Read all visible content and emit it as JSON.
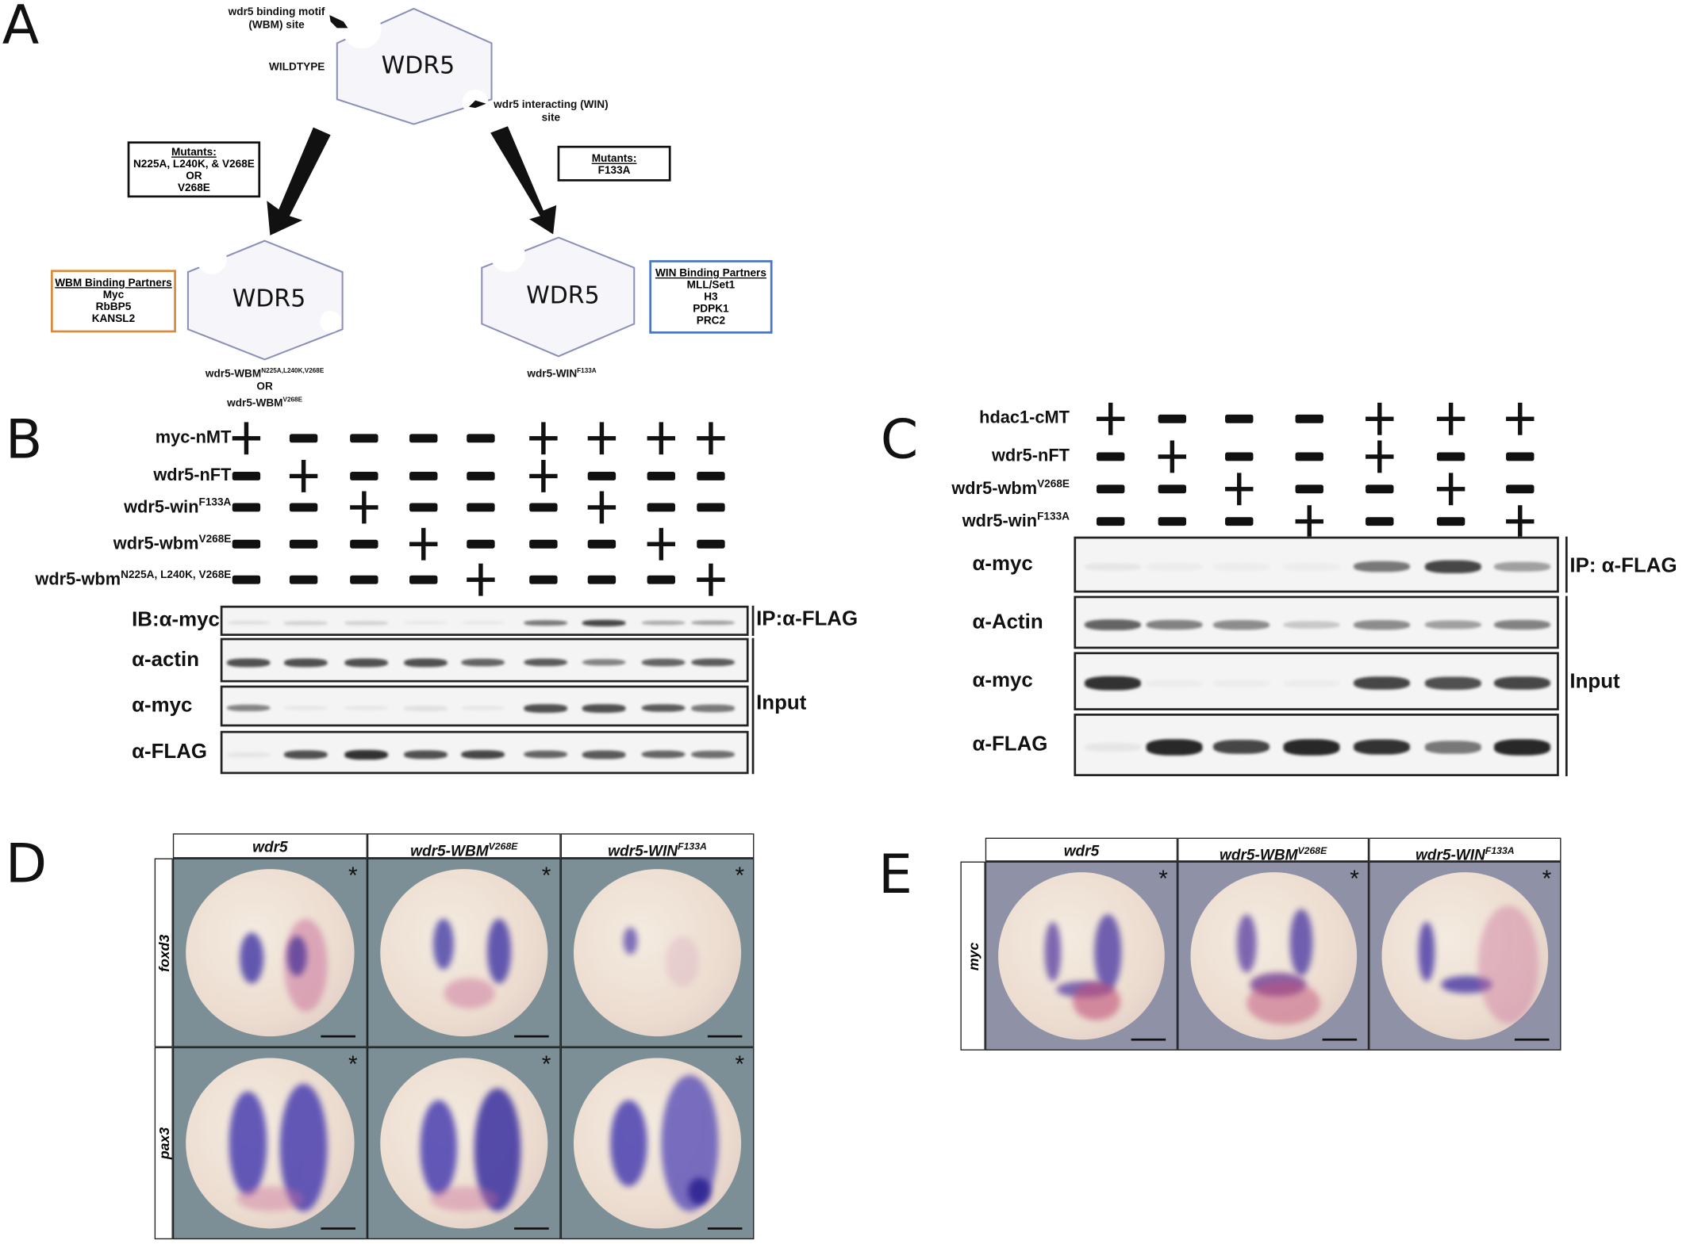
{
  "panel_letters": {
    "a": "A",
    "b": "B",
    "c": "C",
    "d": "D",
    "e": "E"
  },
  "panelA": {
    "wildtype_label": "WILDTYPE",
    "hex_label": "WDR5",
    "wbm_site": [
      "wdr5 binding motif",
      "(WBM) site"
    ],
    "win_site": [
      "wdr5 interacting (WIN)",
      "site"
    ],
    "left_mutants": {
      "title": "Mutants:",
      "lines": [
        "N225A, L240K, & V268E",
        "OR",
        "V268E"
      ]
    },
    "right_mutants": {
      "title": "Mutants:",
      "lines": [
        "F133A"
      ]
    },
    "wbm_partners": {
      "title": "WBM Binding Partners",
      "lines": [
        "Myc",
        "RbBP5",
        "KANSL2"
      ]
    },
    "win_partners": {
      "title": "WIN Binding Partners",
      "lines": [
        "MLL/Set1",
        "H3",
        "PDPK1",
        "PRC2"
      ]
    },
    "left_caption": {
      "base": "wdr5-WBM",
      "sup": "N225A,L240K,V268E",
      "or": "OR",
      "base2": "wdr5-WBM",
      "sup2": "V268E"
    },
    "right_caption": {
      "base": "wdr5-WIN",
      "sup": "F133A"
    },
    "colors": {
      "wbm_box": "#d98a3a",
      "win_box": "#4a74c4",
      "hex_stroke": "#8a90b8"
    }
  },
  "panelB": {
    "rows": [
      {
        "label": "myc-nMT",
        "sup": "",
        "signs": "+----++++"
      },
      {
        "label": "wdr5-nFT",
        "sup": "",
        "signs": "-+---+---"
      },
      {
        "label": "wdr5-win",
        "sup": "F133A",
        "signs": "--+---+--"
      },
      {
        "label": "wdr5-wbm",
        "sup": "V268E",
        "signs": "---+---+-"
      },
      {
        "label": "wdr5-wbm",
        "sup": "N225A, L240K, V268E",
        "signs": "----+---+"
      }
    ],
    "blots": [
      {
        "label": "IB:α-myc",
        "bands": [
          0.1,
          0.15,
          0.15,
          0.05,
          0.05,
          0.6,
          0.85,
          0.35,
          0.4
        ]
      },
      {
        "label": "α-actin",
        "bands": [
          0.8,
          0.8,
          0.8,
          0.8,
          0.7,
          0.75,
          0.55,
          0.7,
          0.75
        ]
      },
      {
        "label": "α-myc",
        "bands": [
          0.55,
          0.05,
          0.05,
          0.08,
          0.05,
          0.8,
          0.8,
          0.75,
          0.6
        ]
      },
      {
        "label": "α-FLAG",
        "bands": [
          0.05,
          0.8,
          0.95,
          0.8,
          0.85,
          0.7,
          0.75,
          0.7,
          0.65
        ]
      }
    ],
    "ip_label": "IP:α-FLAG",
    "input_label": "Input"
  },
  "panelC": {
    "rows": [
      {
        "label": "hdac1-cMT",
        "sup": "",
        "signs": "+---+++"
      },
      {
        "label": "wdr5-nFT",
        "sup": "",
        "signs": "-+--+--"
      },
      {
        "label": "wdr5-wbm",
        "sup": "V268E",
        "signs": "--+--+-"
      },
      {
        "label": "wdr5-win",
        "sup": "F133A",
        "signs": "---+--+"
      }
    ],
    "blots": [
      {
        "label": "α-myc",
        "bands": [
          0.05,
          0.02,
          0.02,
          0.02,
          0.6,
          0.85,
          0.4
        ]
      },
      {
        "label": "α-Actin",
        "bands": [
          0.7,
          0.55,
          0.5,
          0.2,
          0.5,
          0.4,
          0.55
        ]
      },
      {
        "label": "α-myc",
        "bands": [
          0.95,
          0.02,
          0.02,
          0.02,
          0.85,
          0.8,
          0.85
        ]
      },
      {
        "label": "α-FLAG",
        "bands": [
          0.05,
          1,
          0.85,
          1,
          0.95,
          0.6,
          1
        ]
      }
    ],
    "ip_label": "IP: α-FLAG",
    "input_label": "Input"
  },
  "panelD": {
    "columns": [
      {
        "base": "wdr5",
        "sup": ""
      },
      {
        "base": "wdr5-WBM",
        "sup": "V268E"
      },
      {
        "base": "wdr5-WIN",
        "sup": "F133A"
      }
    ],
    "rows": [
      "foxd3",
      "pax3"
    ],
    "asterisk": "*"
  },
  "panelE": {
    "columns": [
      {
        "base": "wdr5",
        "sup": ""
      },
      {
        "base": "wdr5-WBM",
        "sup": "V268E"
      },
      {
        "base": "wdr5-WIN",
        "sup": "F133A"
      }
    ],
    "rows": [
      "myc"
    ],
    "asterisk": "*"
  }
}
